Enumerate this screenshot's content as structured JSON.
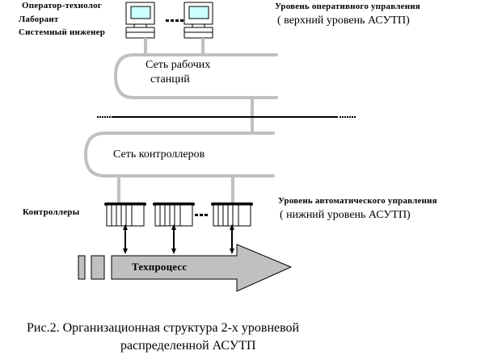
{
  "roles": {
    "line1": "Оператор-технолог",
    "line2": "Лаборант",
    "line3": "Системный инженер"
  },
  "upper_level": {
    "title": "Уровень оперативного управления",
    "subtitle": "( верхний уровень АСУТП)"
  },
  "workstation_network": {
    "line1": "Сеть  рабочих",
    "line2": "станций"
  },
  "controller_network": {
    "label": "Сеть  контроллеров"
  },
  "controllers": {
    "label": "Контроллеры"
  },
  "lower_level": {
    "title": "Уровень автоматического управления",
    "subtitle": "( нижний уровень АСУТП)"
  },
  "process": {
    "label": "Техпроцесс"
  },
  "caption": {
    "line1": "Рис.2.  Организационная  структура 2-х уровневой",
    "line2": "распределенной   АСУТП"
  },
  "colors": {
    "network": "#c0c0c0",
    "screen": "#ccffff",
    "arrow_fill": "#c0c0c0"
  }
}
